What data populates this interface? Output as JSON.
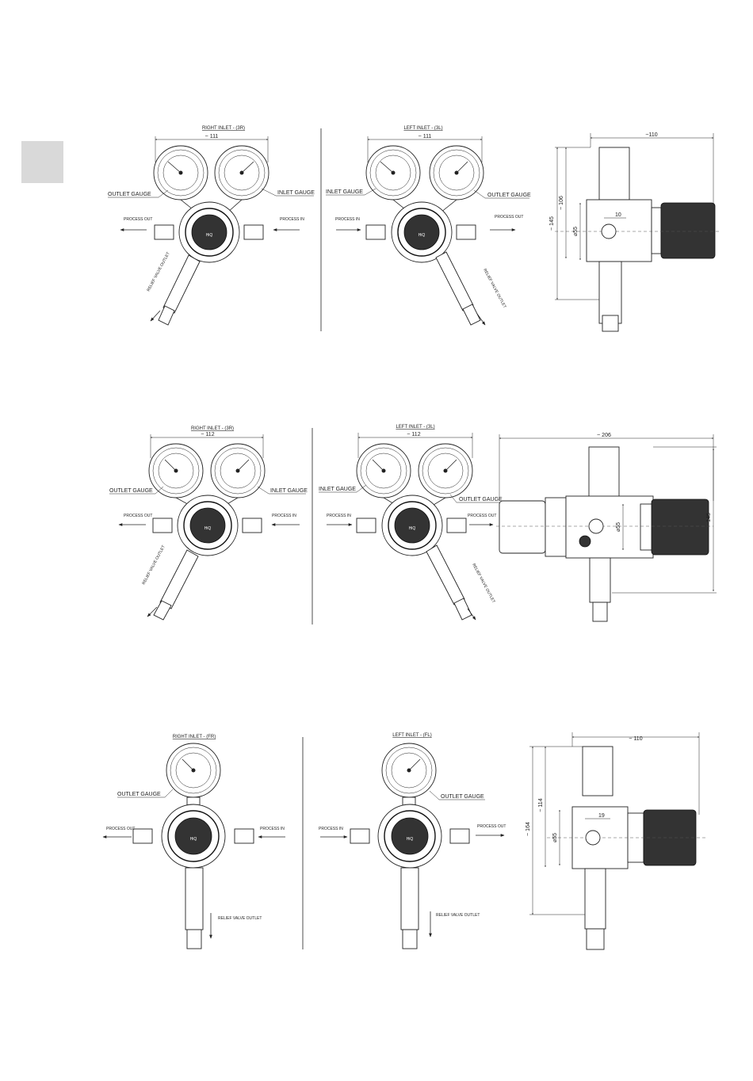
{
  "rows": [
    {
      "left_view": {
        "title": "RIGHT INLET - (3R)",
        "width_dim": "~ 111",
        "gauge_left": "OUTLET GAUGE",
        "gauge_right": "INLET GAUGE",
        "port_left": "PROCESS OUT",
        "port_right": "PROCESS IN",
        "relief": "RELIEF VALVE OUTLET"
      },
      "right_view": {
        "title": "LEFT INLET - (3L)",
        "width_dim": "~ 111",
        "gauge_left": "INLET GAUGE",
        "gauge_right": "OUTLET GAUGE",
        "port_left": "PROCESS IN",
        "port_right": "PROCESS OUT",
        "relief": "RELIEF VALVE OUTLET"
      },
      "side_view": {
        "length": "~110",
        "height_total": "~ 145",
        "height_partial": "~ 106",
        "diameter": "⌀55",
        "offset": "10"
      }
    },
    {
      "left_view": {
        "title": "RIGHT INLET - (3R)",
        "width_dim": "~ 112",
        "gauge_left": "OUTLET GAUGE",
        "gauge_right": "INLET GAUGE",
        "port_left": "PROCESS OUT",
        "port_right": "PROCESS IN",
        "relief": "RELIEF VALVE OUTLET"
      },
      "right_view": {
        "title": "LEFT INLET - (3L)",
        "width_dim": "~ 112",
        "gauge_left": "INLET GAUGE",
        "gauge_right": "OUTLET GAUGE",
        "port_left": "PROCESS IN",
        "port_right": "PROCESS OUT",
        "relief": "RELIEF VALVE OUTLET"
      },
      "side_view": {
        "length": "~ 206",
        "height_total": "~ 145",
        "diameter": "⌀55"
      }
    },
    {
      "left_view": {
        "title": "RIGHT INLET - (FR)",
        "gauge_left": "OUTLET GAUGE",
        "port_left": "PROCESS OUT",
        "port_right": "PROCESS IN",
        "relief": "RELIEF VALVE OUTLET"
      },
      "right_view": {
        "title": "LEFT INLET - (FL)",
        "gauge_right": "OUTLET GAUGE",
        "port_left": "PROCESS IN",
        "port_right": "PROCESS OUT",
        "relief": "RELIEF VALVE OUTLET"
      },
      "side_view": {
        "length": "~ 110",
        "height_total": "~ 164",
        "height_partial": "~ 114",
        "diameter": "⌀55",
        "offset": "19"
      }
    }
  ]
}
